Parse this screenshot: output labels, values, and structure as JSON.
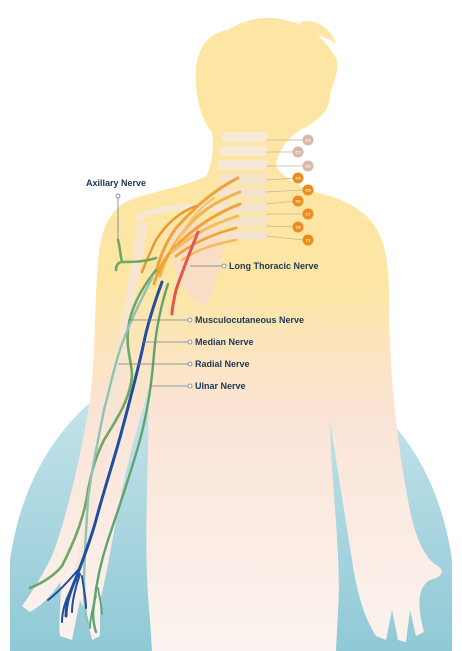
{
  "colors": {
    "background": "#ffffff",
    "circle_top": "#cfe8ee",
    "circle_bottom": "#8fc9d6",
    "body_top": "#fde6a3",
    "body_bottom": "#fbf1ec",
    "label_text": "#1d3557",
    "vertebra_muted": "#d7b9a6",
    "vertebra_active": "#ef8a1c",
    "nerve_orange": "#f0a23a",
    "nerve_red": "#e2574c",
    "nerve_green": "#6fa865",
    "nerve_teal": "#7ab8b0",
    "nerve_blue": "#1f4ea0"
  },
  "vertebrae": [
    {
      "label": "C1",
      "active": false
    },
    {
      "label": "C2",
      "active": false
    },
    {
      "label": "C3",
      "active": false
    },
    {
      "label": "C4",
      "active": true
    },
    {
      "label": "C5",
      "active": true
    },
    {
      "label": "C6",
      "active": true
    },
    {
      "label": "C7",
      "active": true
    },
    {
      "label": "C8",
      "active": true
    },
    {
      "label": "T1",
      "active": true
    }
  ],
  "labels": {
    "axillary": "Axillary Nerve",
    "long_thoracic": "Long Thoracic Nerve",
    "musculocutaneous": "Musculocutaneous Nerve",
    "median": "Median Nerve",
    "radial": "Radial Nerve",
    "ulnar": "Ulnar Nerve"
  }
}
